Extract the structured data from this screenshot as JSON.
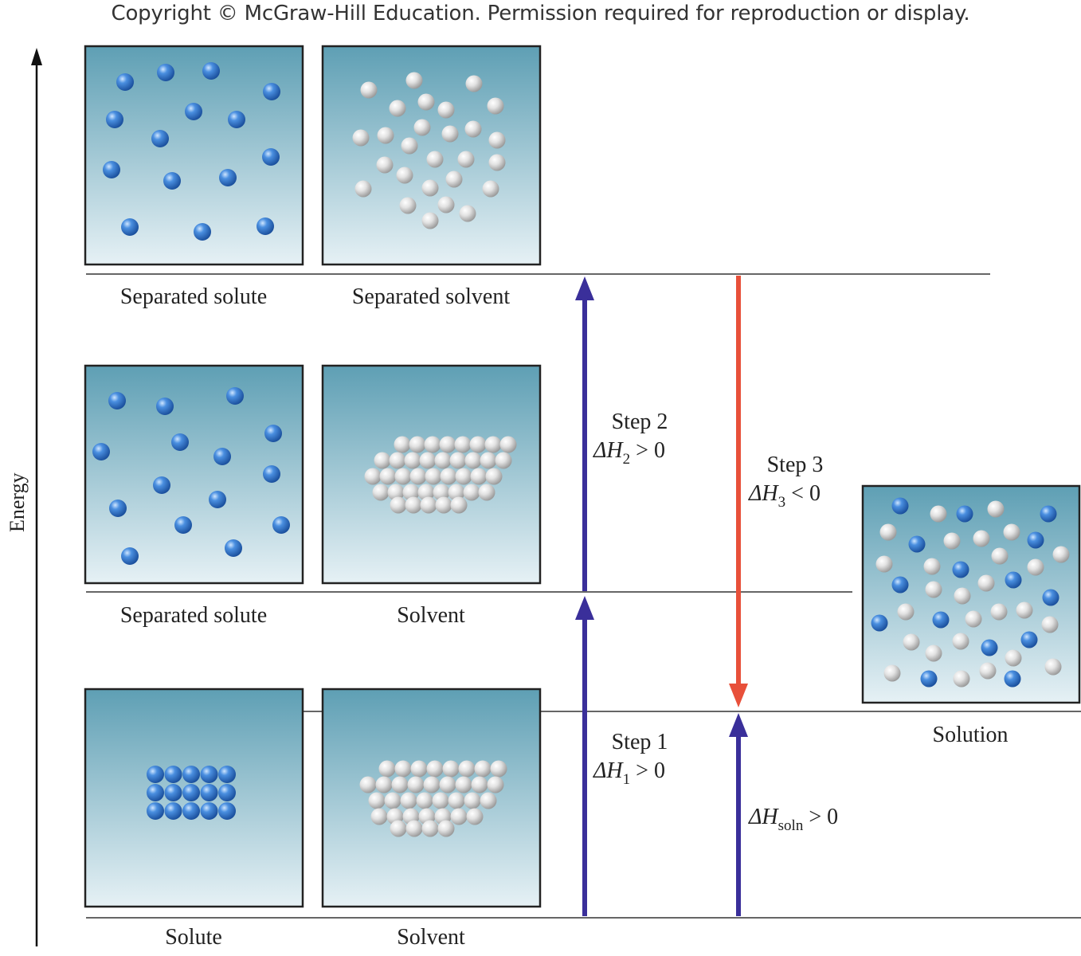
{
  "copyright": "Copyright © McGraw-Hill Education. Permission required for reproduction or display.",
  "axis_label": "Energy",
  "levels": {
    "top": {
      "left_label": "Separated solute",
      "right_label": "Separated solvent"
    },
    "middle": {
      "left_label": "Separated solute",
      "right_label": "Solvent"
    },
    "bottom": {
      "left_label": "Solute",
      "right_label": "Solvent"
    }
  },
  "solution_label": "Solution",
  "steps": {
    "step1": {
      "title": "Step 1",
      "delta": "ΔH",
      "sub": "1",
      "relation": " > 0"
    },
    "step2": {
      "title": "Step 2",
      "delta": "ΔH",
      "sub": "2",
      "relation": " > 0"
    },
    "step3": {
      "title": "Step 3",
      "delta": "ΔH",
      "sub": "3",
      "relation": " < 0"
    },
    "soln": {
      "delta": "ΔH",
      "sub": "soln",
      "relation": " > 0"
    }
  },
  "colors": {
    "step_up_arrow": "#3a2f9a",
    "step_down_arrow": "#e8503a",
    "solute_particle": "#2f72c8",
    "solvent_particle": "#d9d9d9",
    "box_top": "#5e9fb4",
    "box_bottom": "#e6f1f5"
  }
}
